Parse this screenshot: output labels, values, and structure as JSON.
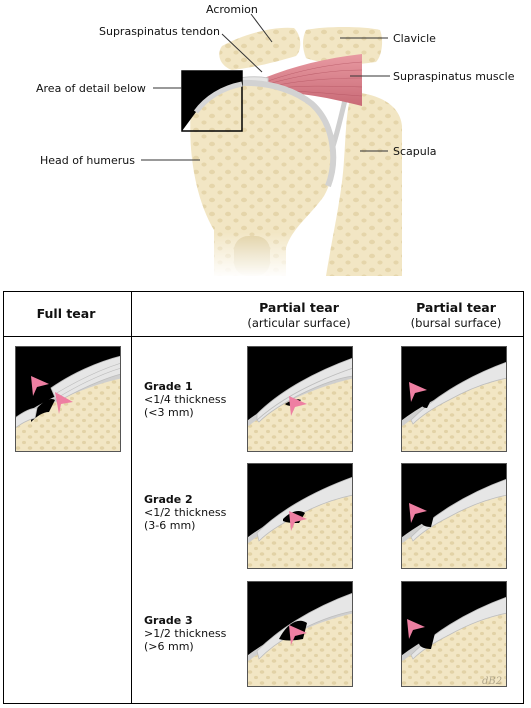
{
  "labels": {
    "acromion": "Acromion",
    "supraspinatus_tendon": "Supraspinatus tendon",
    "clavicle": "Clavicle",
    "supraspinatus_muscle": "Supraspinatus muscle",
    "area_of_detail": "Area of detail below",
    "scapula": "Scapula",
    "head_of_humerus": "Head of humerus"
  },
  "table": {
    "col_full": "Full tear",
    "col_articular_title": "Partial tear",
    "col_articular_sub": "(articular surface)",
    "col_bursal_title": "Partial tear",
    "col_bursal_sub": "(bursal surface)",
    "grades": [
      {
        "title": "Grade 1",
        "line1": "<1/4 thickness",
        "line2": "(<3 mm)"
      },
      {
        "title": "Grade 2",
        "line1": "<1/2 thickness",
        "line2": "(3-6 mm)"
      },
      {
        "title": "Grade 3",
        "line1": ">1/2 thickness",
        "line2": "(>6 mm)"
      }
    ]
  },
  "signature": "dB2",
  "colors": {
    "bone": "#f2e6c4",
    "bone_pore": "#e2d2a6",
    "cartilage": "#d8d8d8",
    "muscle": "#d97c86",
    "arrow": "#ee7fa2",
    "panel_bg": "#000000"
  }
}
